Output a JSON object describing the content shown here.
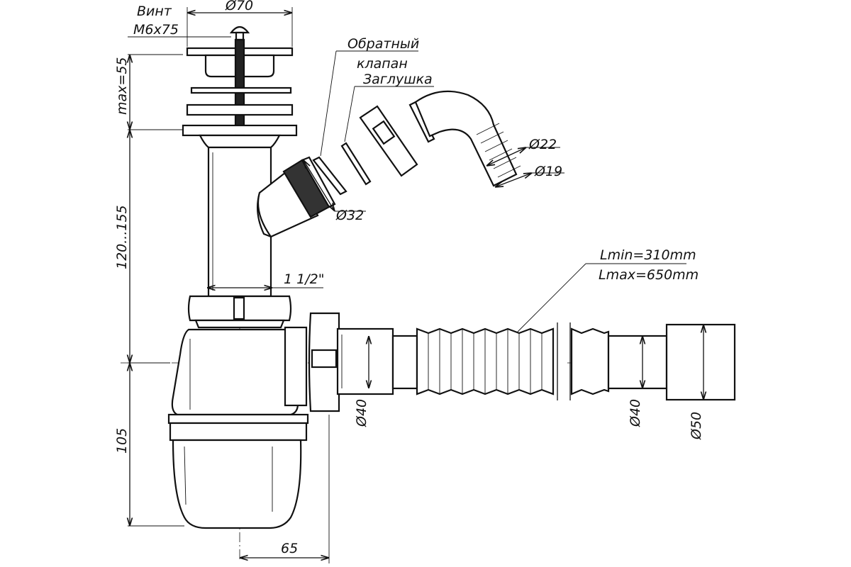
{
  "labels": {
    "screw_title": "Винт",
    "screw_size": "M6x75",
    "grate_diameter": "Ø70",
    "check_valve_line1": "Обратный",
    "check_valve_line2": "клапан",
    "plug": "Заглушка",
    "hose_outer_diameter": "Ø22",
    "hose_inner_diameter": "Ø19",
    "branch_diameter": "Ø32",
    "thread_size": "1 1/2\"",
    "length_min": "Lmin=310mm",
    "length_max": "Lmax=650mm",
    "outlet_diameter_1": "Ø40",
    "outlet_diameter_2": "Ø40",
    "socket_diameter": "Ø50",
    "dim_max_height": "max=55",
    "dim_tube_length": "120...155",
    "dim_bottle_height": "105",
    "dim_offset": "65"
  }
}
